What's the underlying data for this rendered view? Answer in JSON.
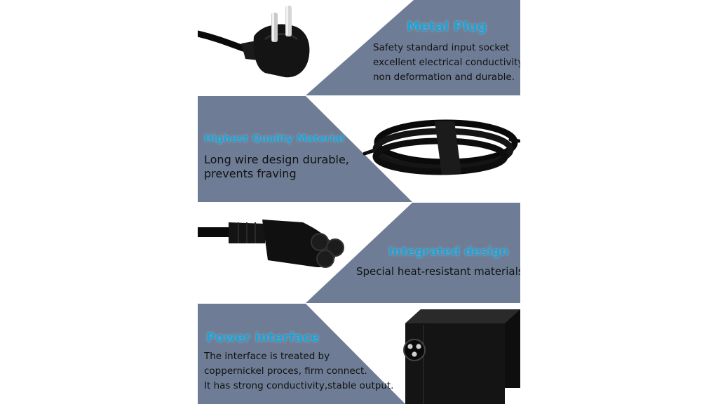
{
  "theme": {
    "panel_color": "#6e7d95",
    "heading_color": "#1ea2d6",
    "body_text_color": "#111111",
    "background": "#ffffff"
  },
  "panels": [
    {
      "title": "Metal Plug",
      "lines": [
        "Safety standard input socket",
        "excellent electrical conductivity,",
        "non deformation and durable."
      ],
      "illustration": "schuko-plug"
    },
    {
      "title": "Highest Quality Material",
      "lines": [
        "Long wire design durable,",
        "prevents fraving"
      ],
      "illustration": "coiled-cable"
    },
    {
      "title": "Integrated design",
      "lines": [
        "Special heat-resistant materials"
      ],
      "illustration": "c5-connector"
    },
    {
      "title": "Power interface",
      "lines": [
        "The interface is treated by",
        "coppernickel proces, firm connect.",
        "It has strong conductivity,stable output."
      ],
      "illustration": "adapter-brick"
    }
  ]
}
